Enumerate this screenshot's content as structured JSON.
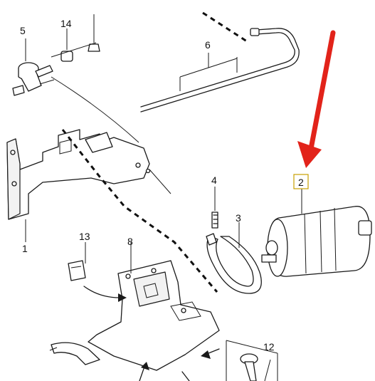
{
  "labels": {
    "l1": "1",
    "l2": "2",
    "l3": "3",
    "l4": "4",
    "l5": "5",
    "l6": "6",
    "l8": "8",
    "l12": "12",
    "l13": "13",
    "l14": "14"
  },
  "colors": {
    "highlight_arrow": "#e2231a",
    "highlight_box": "#c8a000",
    "line": "#1a1a1a"
  }
}
